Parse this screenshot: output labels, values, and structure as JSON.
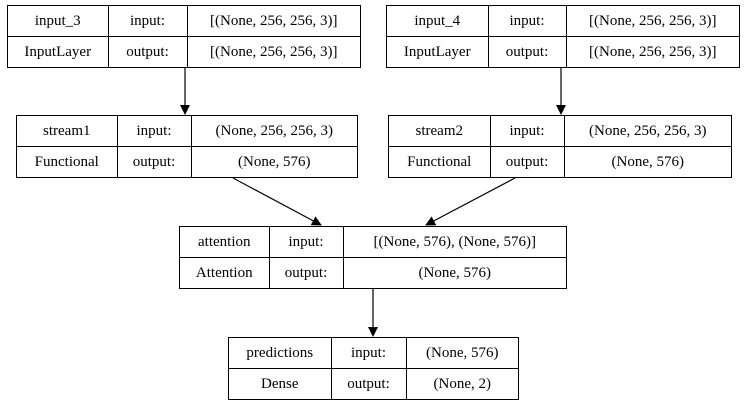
{
  "nodes": [
    {
      "id": "input_3",
      "name": "input_3",
      "type": "InputLayer",
      "input_label": "input:",
      "output_label": "output:",
      "input_shape": "[(None, 256, 256, 3)]",
      "output_shape": "[(None, 256, 256, 3)]"
    },
    {
      "id": "input_4",
      "name": "input_4",
      "type": "InputLayer",
      "input_label": "input:",
      "output_label": "output:",
      "input_shape": "[(None, 256, 256, 3)]",
      "output_shape": "[(None, 256, 256, 3)]"
    },
    {
      "id": "stream1",
      "name": "stream1",
      "type": "Functional",
      "input_label": "input:",
      "output_label": "output:",
      "input_shape": "(None, 256, 256, 3)",
      "output_shape": "(None, 576)"
    },
    {
      "id": "stream2",
      "name": "stream2",
      "type": "Functional",
      "input_label": "input:",
      "output_label": "output:",
      "input_shape": "(None, 256, 256, 3)",
      "output_shape": "(None, 576)"
    },
    {
      "id": "attention",
      "name": "attention",
      "type": "Attention",
      "input_label": "input:",
      "output_label": "output:",
      "input_shape": "[(None, 576), (None, 576)]",
      "output_shape": "(None, 576)"
    },
    {
      "id": "predictions",
      "name": "predictions",
      "type": "Dense",
      "input_label": "input:",
      "output_label": "output:",
      "input_shape": "(None, 576)",
      "output_shape": "(None, 2)"
    }
  ],
  "edges": [
    {
      "from": "input_3",
      "to": "stream1"
    },
    {
      "from": "input_4",
      "to": "stream2"
    },
    {
      "from": "stream1",
      "to": "attention"
    },
    {
      "from": "stream2",
      "to": "attention"
    },
    {
      "from": "attention",
      "to": "predictions"
    }
  ]
}
